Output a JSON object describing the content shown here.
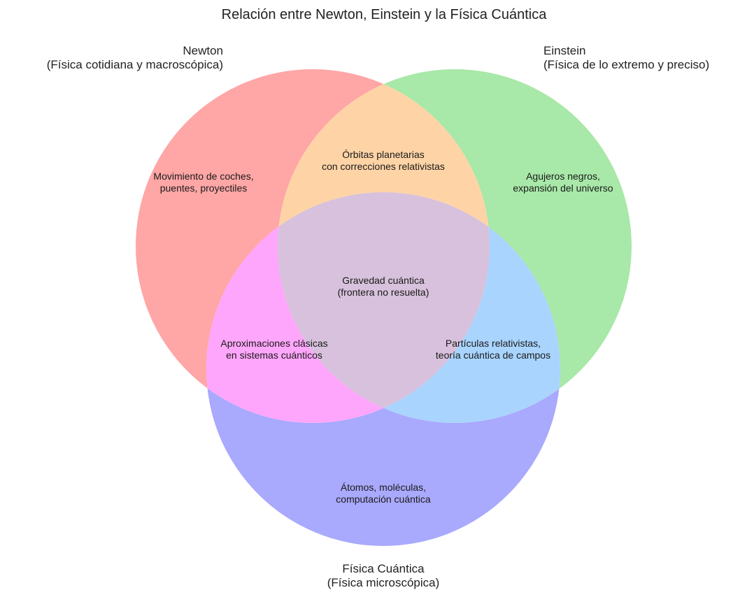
{
  "title": "Relación entre Newton, Einstein y la Física Cuántica",
  "sets": {
    "newton": {
      "name": "Newton",
      "subtitle": "(Física cotidiana y macroscópica)",
      "color": "#ffa6a6"
    },
    "einstein": {
      "name": "Einstein",
      "subtitle": "(Física de lo extremo y preciso)",
      "color": "#a8e8a8"
    },
    "quantum": {
      "name": "Física Cuántica",
      "subtitle": "(Física microscópica)",
      "color": "#a9a9fd"
    }
  },
  "regions": {
    "newton_only": {
      "line1": "Movimiento de coches,",
      "line2": "puentes, proyectiles",
      "color": "#ffa6a6"
    },
    "einstein_only": {
      "line1": "Agujeros negros,",
      "line2": "expansión del universo",
      "color": "#a8e8a8"
    },
    "quantum_only": {
      "line1": "Átomos, moléculas,",
      "line2": "computación cuántica",
      "color": "#a9a9fd"
    },
    "newton_einstein": {
      "line1": "Órbitas planetarias",
      "line2": "con correcciones relativistas",
      "color": "#fed4a6"
    },
    "newton_quantum": {
      "line1": "Aproximaciones clásicas",
      "line2": "en sistemas cuánticos",
      "color": "#fea6fb"
    },
    "einstein_quantum": {
      "line1": "Partículas relativistas,",
      "line2": "teoría cuántica de campos",
      "color": "#a9d4fe"
    },
    "all_three": {
      "line1": "Gravedad cuántica",
      "line2": "(frontera no resuelta)",
      "color": "#d7c1dc"
    }
  }
}
